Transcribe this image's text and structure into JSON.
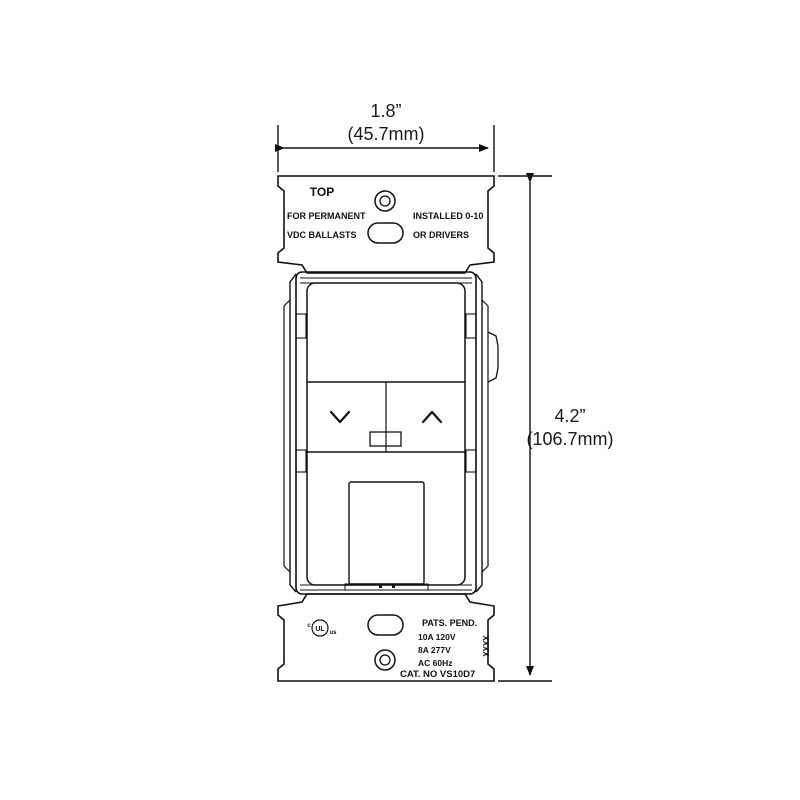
{
  "dimensions": {
    "width_imperial": "1.8”",
    "width_metric": "(45.7mm)",
    "height_imperial": "4.2”",
    "height_metric": "(106.7mm)"
  },
  "top_plate": {
    "top_label": "TOP",
    "left_line1": "FOR PERMANENT",
    "left_line2": "VDC BALLASTS",
    "right_line1": "INSTALLED 0-10",
    "right_line2": "OR DRIVERS"
  },
  "bottom_plate": {
    "cert_mark": "UL",
    "cert_c": "c",
    "cert_us": "us",
    "pats": "PATS. PEND.",
    "rating1": "10A  120V",
    "rating2": "8A  277V",
    "rating3": "AC  60Hz",
    "catalog": "CAT. NO VS10D7",
    "code": "XXXX"
  },
  "buttons": {
    "down_icon": "chevron-down-icon",
    "up_icon": "chevron-up-icon"
  }
}
